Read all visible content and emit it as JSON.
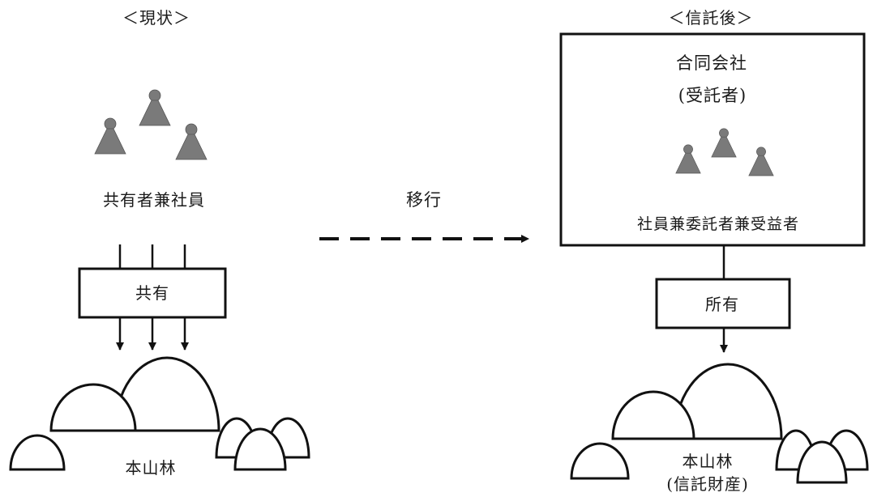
{
  "current": {
    "heading": "＜現状＞",
    "people_label": "共有者兼社員",
    "relation_label": "共有",
    "forest_label": "本山林"
  },
  "transition": {
    "label": "移行"
  },
  "after": {
    "heading": "＜信託後＞",
    "company_name": "合同会社",
    "company_role": "(受託者)",
    "members_label": "社員兼委託者兼受益者",
    "relation_label": "所有",
    "forest_label": "本山林",
    "forest_note": "(信託財産)"
  }
}
